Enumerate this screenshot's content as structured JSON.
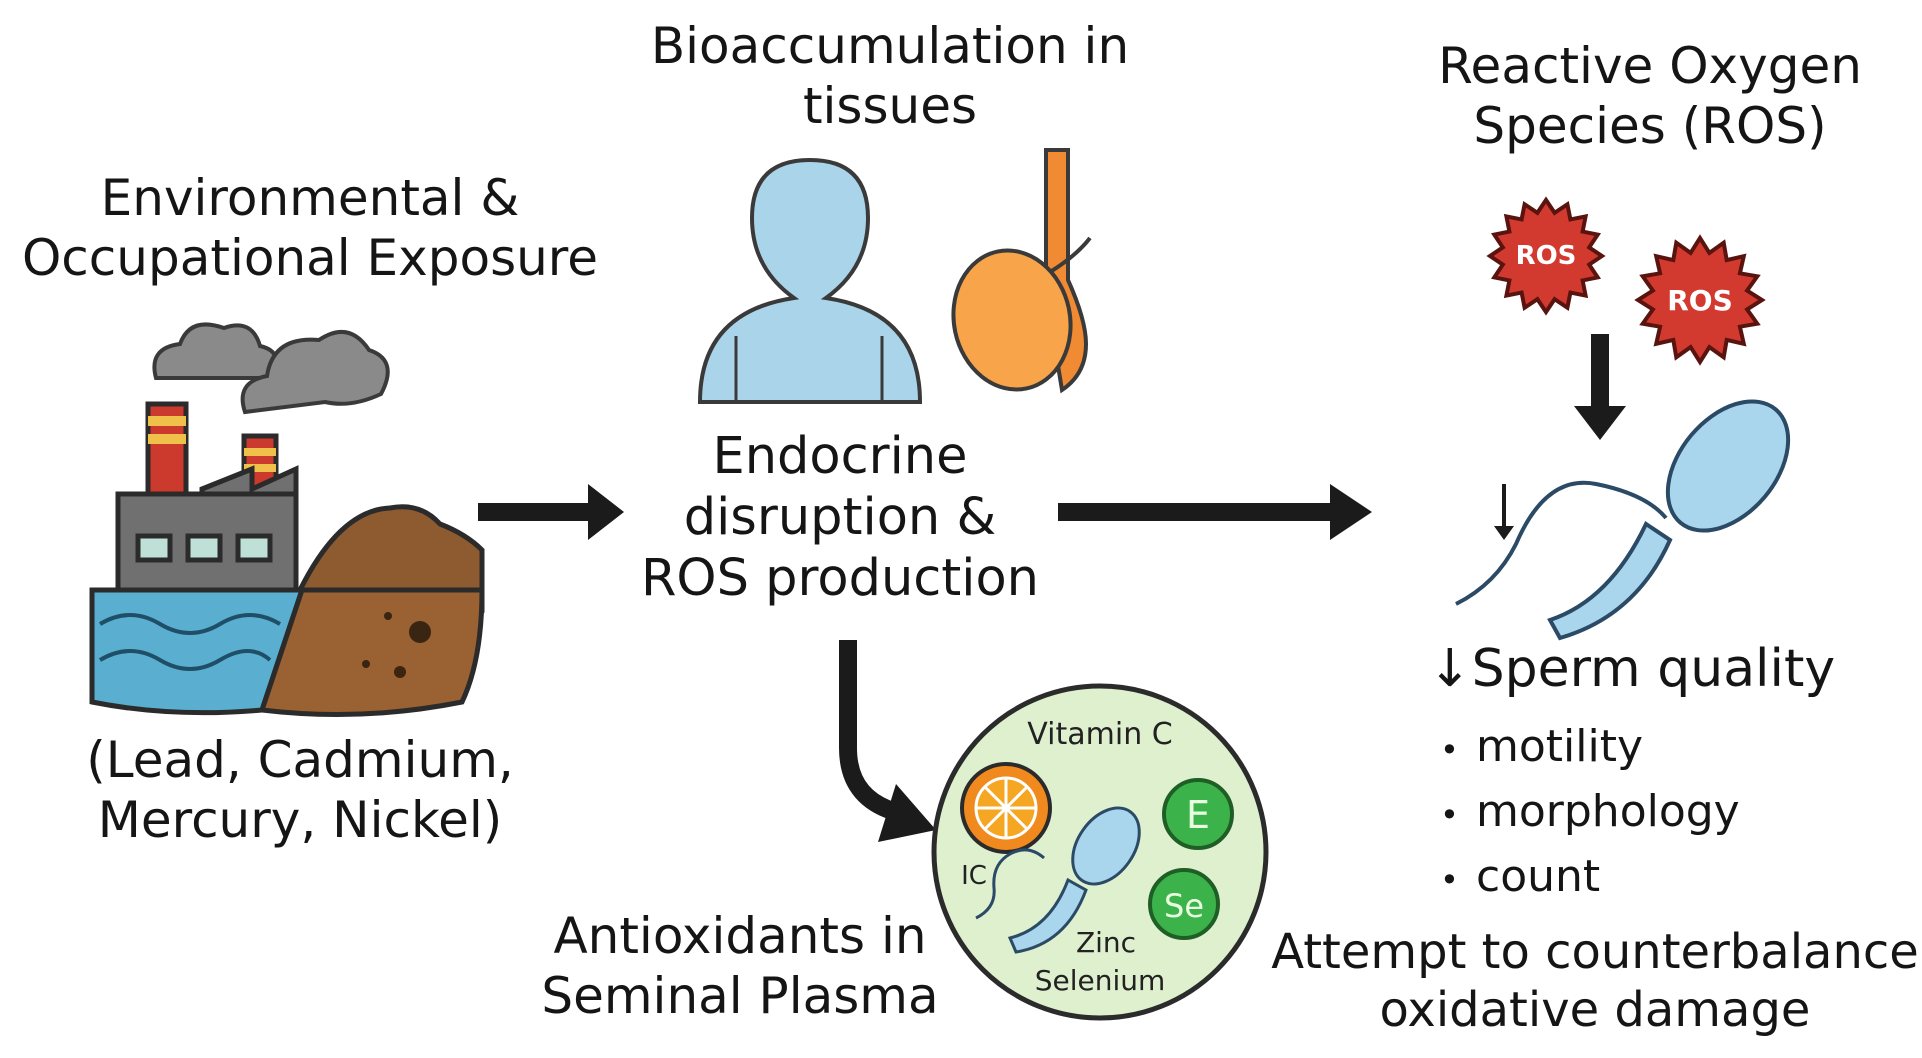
{
  "exposure": {
    "title_lines": [
      "Environmental &",
      "Occupational Exposure"
    ],
    "metals_lines": [
      "(Lead, Cadmium,",
      "Mercury, Nickel)"
    ]
  },
  "bioaccumulation": {
    "title_lines": [
      "Bioaccumulation in",
      "tissues"
    ]
  },
  "endocrine": {
    "lines": [
      "Endocrine",
      "disruption &",
      "ROS production"
    ]
  },
  "antioxidants": {
    "title_lines": [
      "Antioxidants in",
      "Seminal Plasma"
    ],
    "labels": {
      "vitamin_c": "Vitamin C",
      "vitamin_e": "E",
      "selenium_symbol": "Se",
      "ic": "IC",
      "zinc": "Zinc",
      "selenium": "Selenium"
    }
  },
  "ros": {
    "title_lines": [
      "Reactive Oxygen",
      "Species (ROS)"
    ],
    "badge_label": "ROS"
  },
  "sperm": {
    "heading": "↓Sperm quality",
    "items": [
      "motility",
      "morphology",
      "count"
    ]
  },
  "counterbalance": {
    "lines": [
      "Attempt to counterbalance",
      "oxidative damage"
    ]
  },
  "colors": {
    "arrow": "#1b1b1b",
    "human": "#a9d4ea",
    "testis": "#f7a44a",
    "ros": "#d23a2f",
    "plasma_circle": "#dff0cf",
    "antioxidant_green": "#3cb34a",
    "sperm": "#a9d6ec",
    "water": "#5aaecf",
    "soil": "#9a6232",
    "factory": "#6f6f6f",
    "smoke": "#8a8a8a"
  },
  "icons": [
    "factory-icon",
    "smoke-icon",
    "water-icon",
    "soil-icon",
    "human-icon",
    "testis-icon",
    "ros-icon",
    "sperm-icon",
    "orange-slice-icon",
    "vitamin-e-icon",
    "selenium-icon",
    "down-arrow-icon"
  ]
}
